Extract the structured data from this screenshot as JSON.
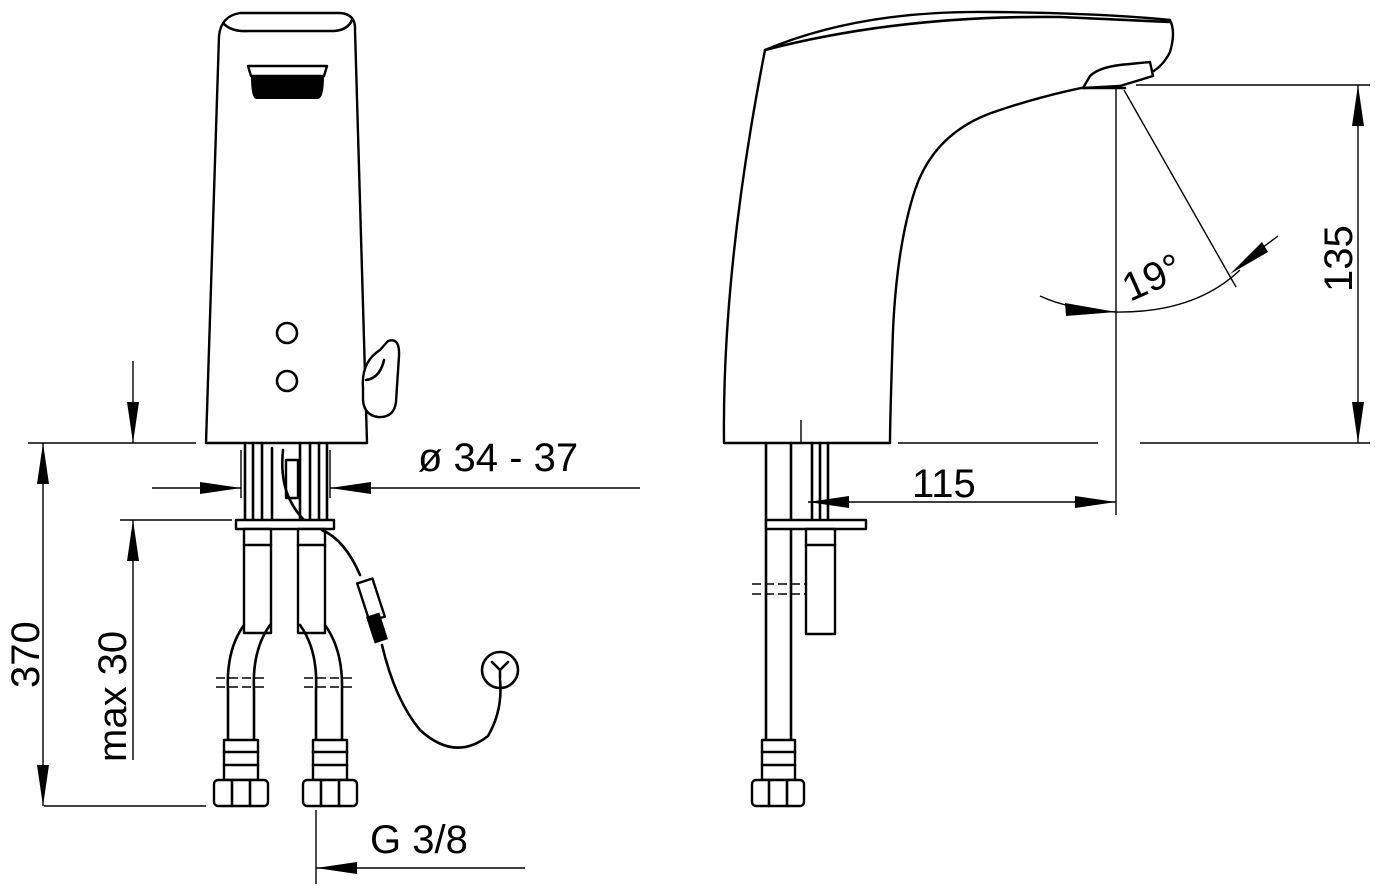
{
  "dimensions": {
    "overall_height": "370",
    "deck_thickness": "max 30",
    "hole_diameter": "ø 34 - 37",
    "connection_thread": "G 3/8",
    "spout_reach": "115",
    "spout_height": "135",
    "sensor_angle": "19°"
  }
}
